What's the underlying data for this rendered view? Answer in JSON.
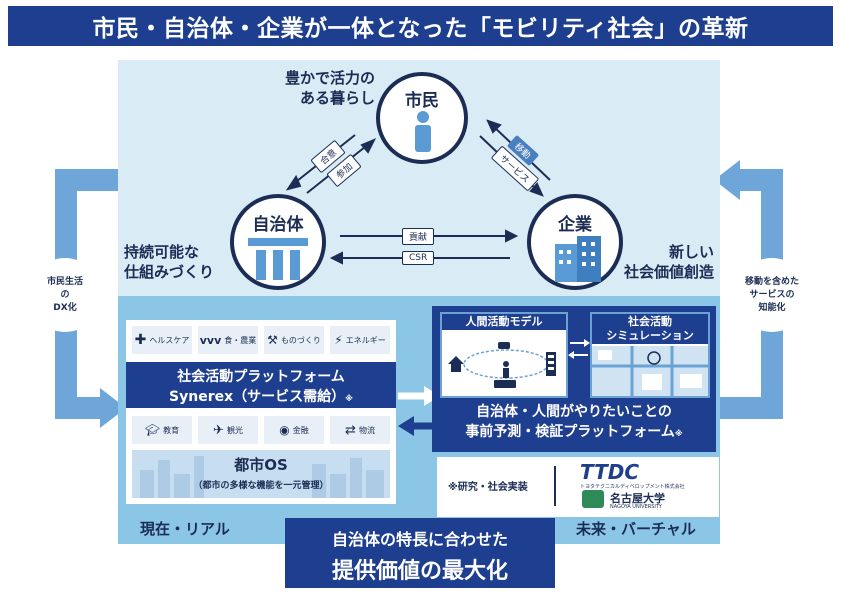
{
  "header": {
    "title": "市民・自治体・企業が一体となった「モビリティ社会」の革新"
  },
  "top": {
    "citizen": "市民",
    "government": "自治体",
    "company": "企業",
    "citizen_caption": [
      "豊かで活力の",
      "ある暮らし"
    ],
    "government_caption": [
      "持続可能な",
      "仕組みづくり"
    ],
    "company_caption": [
      "新しい",
      "社会価値創造"
    ],
    "left_pill_a": "合意",
    "left_pill_b": "参加",
    "right_pill_a": "移動",
    "right_pill_b": "サービス",
    "mid_pill_a": "貢献",
    "mid_pill_b": "CSR"
  },
  "side": {
    "left_circle": [
      "市民生活",
      "の",
      "DX化"
    ],
    "right_circle": [
      "移動を含めた",
      "サービスの",
      "知能化"
    ]
  },
  "platform": {
    "top_icons": [
      "ヘルスケア",
      "食・農業",
      "ものづくり",
      "エネルギー"
    ],
    "band_line1": "社会活動プラットフォーム",
    "band_line2": "Synerex（サービス需給）",
    "band_note": "※",
    "bottom_icons": [
      "教育",
      "観光",
      "金融",
      "物流"
    ],
    "os_title": "都市OS",
    "os_sub": "（都市の多様な機能を一元管理）"
  },
  "simulation": {
    "model_title": "人間活動モデル",
    "sim_title": [
      "社会活動",
      "シミュレーション"
    ],
    "line1": "自治体・人間がやりたいことの",
    "line2": "事前予測・検証プラットフォーム",
    "note": "※"
  },
  "logos": {
    "caption": "※研究・社会実装",
    "ttdc": "TTDC",
    "ttdc_sub": "トヨタテクニカルディベロップメント株式会社",
    "nagoya": "名古屋大学",
    "nagoya_en": "NAGOYA UNIVERSITY"
  },
  "footer": {
    "left": "現在・リアル",
    "right": "未来・バーチャル",
    "banner_line1": "自治体の特長に合わせた",
    "banner_line2": "提供価値の最大化"
  },
  "colors": {
    "navy": "#1e3e8f",
    "light_blue": "#d9ecf6",
    "mid_blue": "#8cc6e6",
    "arrow_blue": "#5b9bd5"
  }
}
